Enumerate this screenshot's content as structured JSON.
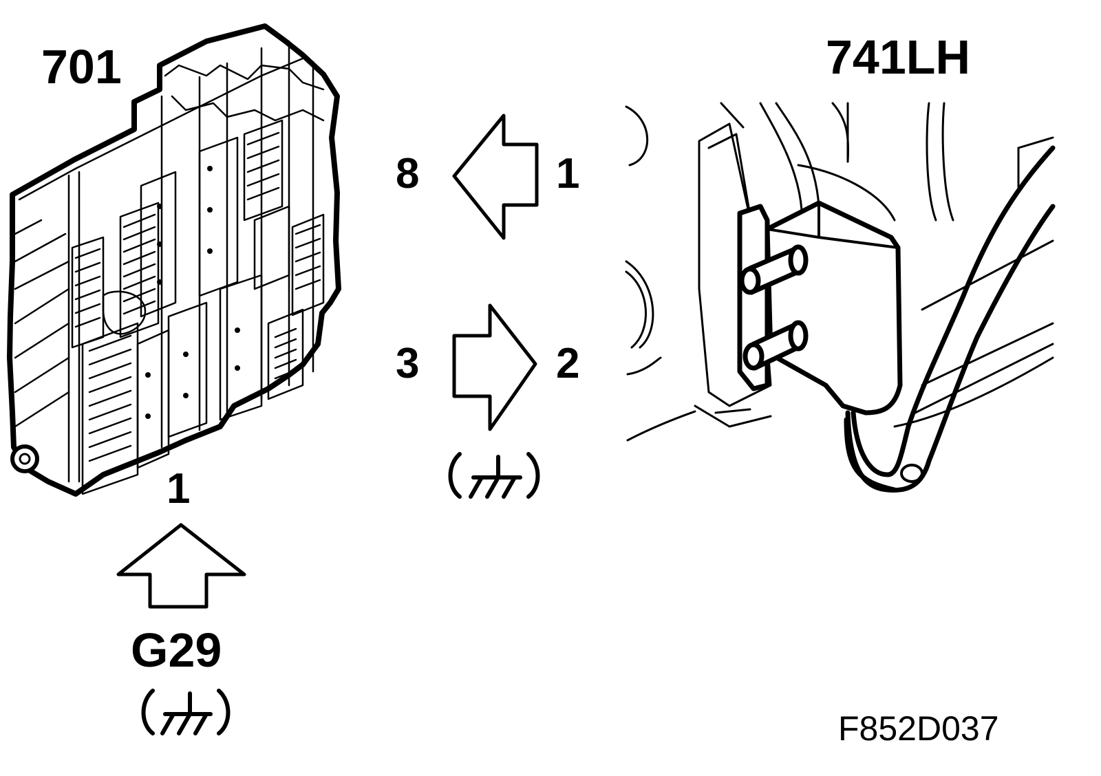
{
  "labels": {
    "left_component": "701",
    "right_component": "741LH",
    "arrow_top_left_pin": "8",
    "arrow_top_right_pin": "1",
    "arrow_mid_left_pin": "3",
    "arrow_mid_right_pin": "2",
    "arrow_up_pin": "1",
    "ground_point": "G29",
    "figure_code": "F852D037"
  },
  "icons": [
    "ground-symbol-icon",
    "ground-symbol-icon"
  ],
  "colors": {
    "line": "#000000",
    "background": "#ffffff"
  }
}
